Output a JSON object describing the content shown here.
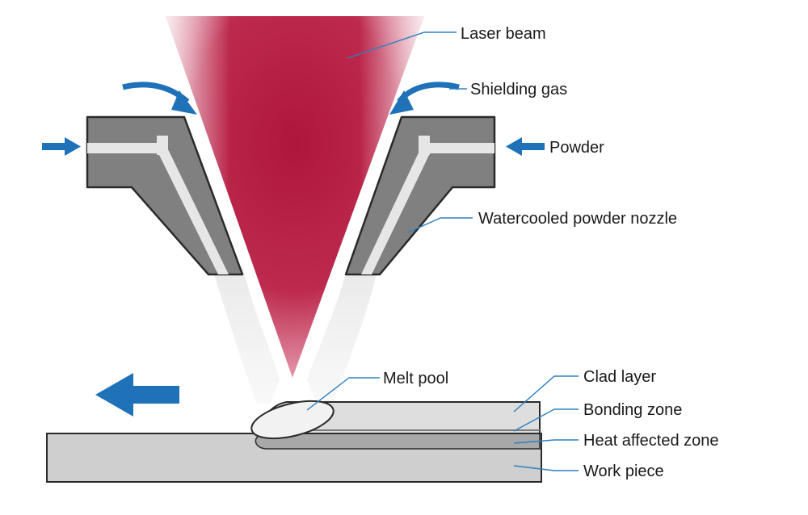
{
  "labels": {
    "laser_beam": "Laser beam",
    "shielding_gas": "Shielding gas",
    "powder": "Powder",
    "nozzle": "Watercooled powder nozzle",
    "melt_pool": "Melt pool",
    "clad_layer": "Clad layer",
    "bonding_zone": "Bonding zone",
    "heat_affected_zone": "Heat affected zone",
    "work_piece": "Work piece"
  },
  "colors": {
    "laser": "#b0163c",
    "nozzle": "#808080",
    "nozzle_outline": "#2a2a2a",
    "channel": "#e6e6e6",
    "workpiece": "#cfcfcf",
    "clad": "#dedede",
    "arrow": "#1f72b8",
    "leader": "#2f80c0"
  }
}
